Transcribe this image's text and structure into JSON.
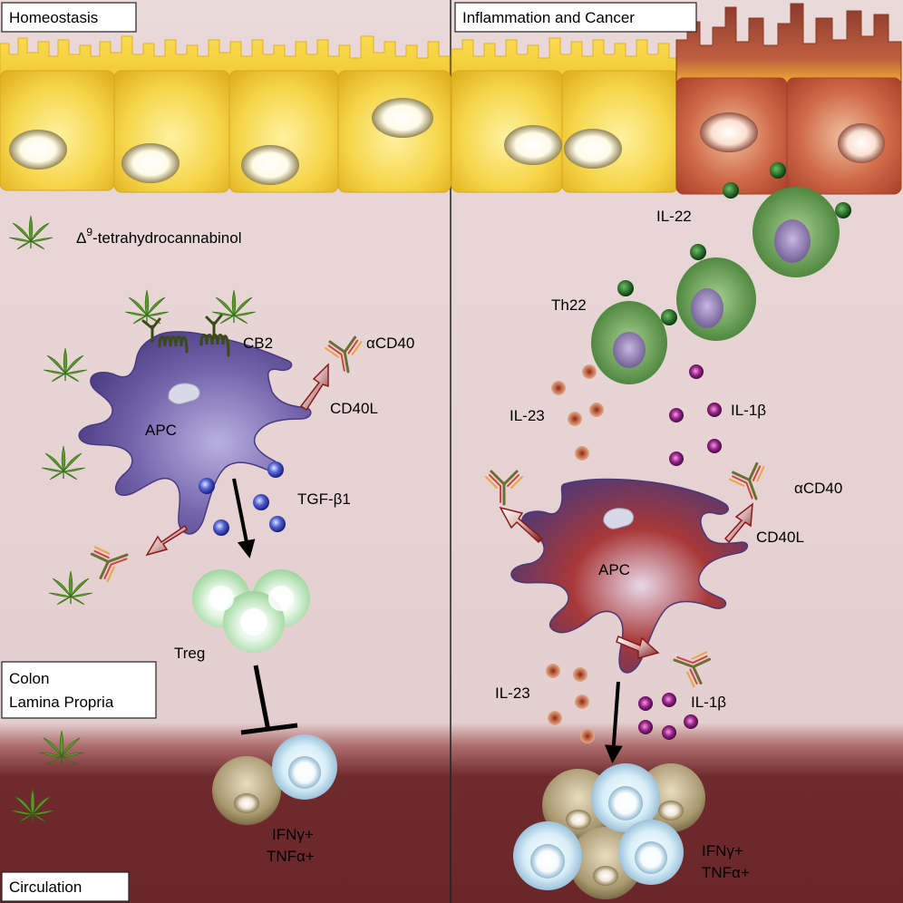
{
  "panels": {
    "left": {
      "title": "Homeostasis",
      "thc_label": "Δ",
      "thc_sup": "9",
      "thc_rest": "-tetrahydrocannabinol",
      "receptor_label": "CB2",
      "cell_label": "APC",
      "antibody_label": "αCD40",
      "ligand_label": "CD40L",
      "cytokine_label": "TGF-β1",
      "treg_label": "Treg",
      "tissue_label_line1": "Colon",
      "tissue_label_line2": "Lamina Propria",
      "effector_line1": "IFNγ+",
      "effector_line2": "TNFα+",
      "circulation_label": "Circulation"
    },
    "right": {
      "title": "Inflammation and Cancer",
      "il22_label": "IL-22",
      "th22_label": "Th22",
      "il23_label_top": "IL-23",
      "il1b_label_top": "IL-1β",
      "antibody_label": "αCD40",
      "ligand_label": "CD40L",
      "cell_label": "APC",
      "il23_label_bottom": "IL-23",
      "il1b_label_bottom": "IL-1β",
      "effector_line1": "IFNγ+",
      "effector_line2": "TNFα+"
    }
  },
  "colors": {
    "lamina_background": "#e8d5d5",
    "circulation": "#6e2a2c",
    "epithelium_healthy": "#f3cf3c",
    "epithelium_inflamed": "#c0553a",
    "apc_purple": "#6a5a9e",
    "th22_green": "#5a9a4a",
    "il1b_magenta": "#8a1a7a",
    "tgf_blue": "#3a4ac0"
  }
}
